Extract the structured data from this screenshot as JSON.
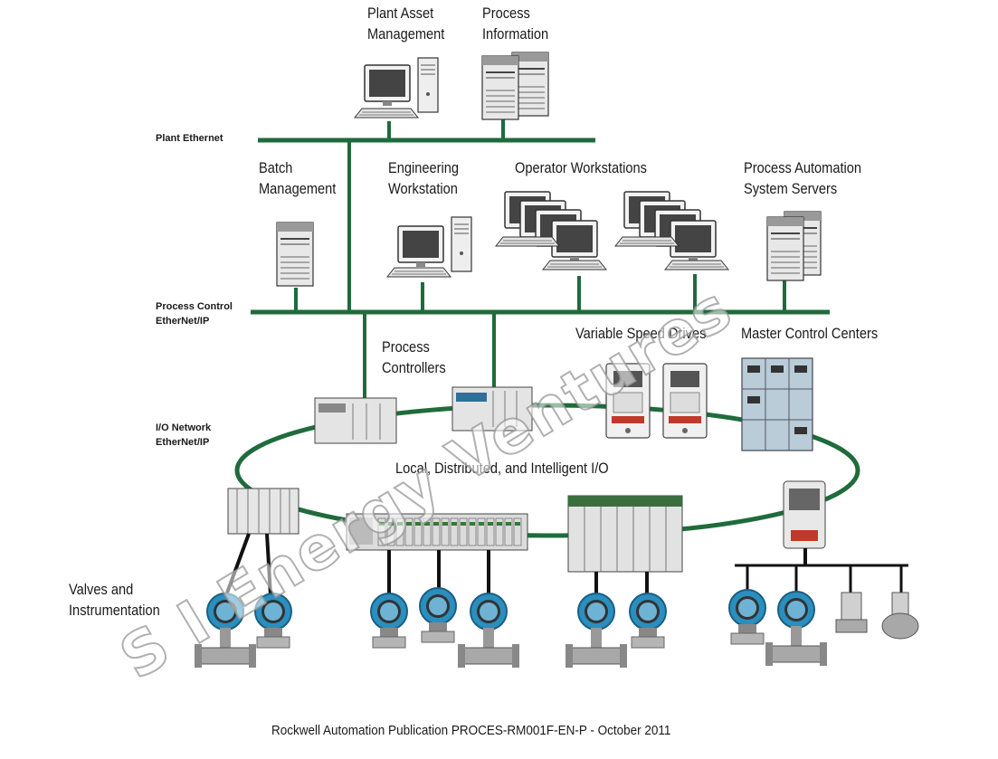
{
  "labels": {
    "plant_asset_1": "Plant Asset",
    "plant_asset_2": "Management",
    "process_info_1": "Process",
    "process_info_2": "Information",
    "plant_ethernet": "Plant Ethernet",
    "batch_1": "Batch",
    "batch_2": "Management",
    "eng_1": "Engineering",
    "eng_2": "Workstation",
    "operator": "Operator Workstations",
    "pa_1": "Process Automation",
    "pa_2": "System Servers",
    "pc_net_1": "Process Control",
    "pc_net_2": "EtherNet/IP",
    "proc_ctrl_1": "Process",
    "proc_ctrl_2": "Controllers",
    "vsd": "Variable Speed Drives",
    "mcc": "Master Control Centers",
    "io_net_1": "I/O Network",
    "io_net_2": "EtherNet/IP",
    "local_io": "Local, Distributed, and Intelligent I/O",
    "valves_1": "Valves and",
    "valves_2": "Instrumentation",
    "publication": "Rockwell Automation Publication PROCES-RM001F-EN-P - October 2011"
  },
  "watermark": "S I Energy Ventures",
  "colors": {
    "network": "#1f6b3c",
    "instrument_blue": "#2a8fbf",
    "device_gray": "#c8c8c8",
    "dark_gray": "#555555",
    "text": "#1a1a1a"
  }
}
